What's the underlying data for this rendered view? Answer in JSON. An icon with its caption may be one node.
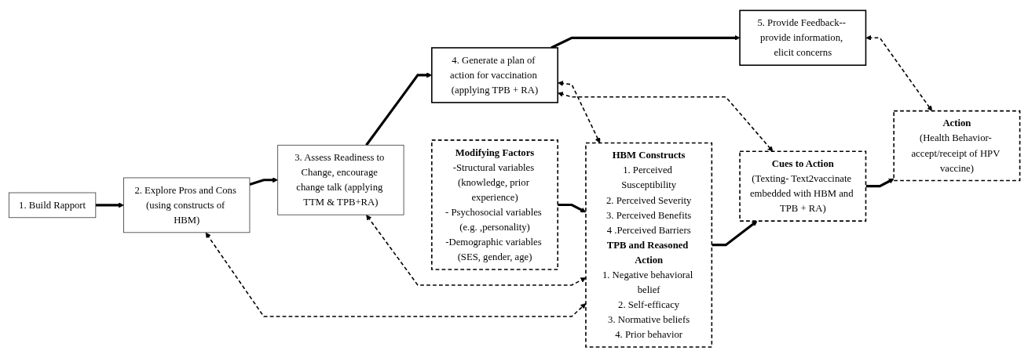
{
  "diagram": {
    "nodes": [
      {
        "text": [
          "1. Build Rapport"
        ]
      },
      {
        "text": [
          "2. Explore Pros and Cons (using constructs of HBM)"
        ]
      },
      {
        "text": [
          "3. Assess Readiness to Change, encourage change talk (applying TTM & TPB+RA)"
        ]
      },
      {
        "text": [
          "4. Generate a plan of action for vaccination (applying TPB + RA)"
        ]
      },
      {
        "text": [
          "5. Provide Feedback-- provide information, elicit concerns"
        ]
      },
      {
        "text": [
          "Modifying Factors",
          "-Structural variables (knowledge, prior experience)",
          "- Psychosocial variables (e.g. ,personality)",
          "-Demographic variables (SES, gender, age)"
        ]
      },
      {
        "text": [
          "HBM Constructs",
          "1. Perceived Susceptibility",
          "2. Perceived Severity",
          "3. Perceived Benefits",
          "4 .Perceived Barriers",
          "TPB and Reasoned Action",
          "1. Negative behavioral belief",
          "2. Self-efficacy",
          "3. Normative beliefs",
          "4. Prior behavior"
        ]
      },
      {
        "text": [
          "Cues to Action",
          "(Texting- Text2vaccinate embedded with HBM and TPB + RA)"
        ]
      },
      {
        "text": [
          "Action",
          "(Health Behavior- accept/receipt of HPV vaccine)"
        ]
      }
    ],
    "edges": [
      {
        "from": 0,
        "to": 1,
        "arrow": "to"
      },
      {
        "from": 1,
        "to": 2,
        "arrow": "to"
      },
      {
        "from": 2,
        "to": 3,
        "arrow": "to"
      },
      {
        "from": 3,
        "to": 4,
        "arrow": "to"
      },
      {
        "from": 1,
        "to": 6,
        "arrow": "both",
        "style": "dashed"
      },
      {
        "from": 2,
        "to": 6,
        "arrow": "both",
        "style": "dashed"
      },
      {
        "from": 3,
        "to": 6,
        "arrow": "both",
        "style": "dashed"
      },
      {
        "from": 3,
        "to": 7,
        "arrow": "both",
        "style": "dashed"
      },
      {
        "from": 4,
        "to": 8,
        "arrow": "both",
        "style": "dashed"
      },
      {
        "from": 5,
        "to": 6,
        "arrow": "to"
      },
      {
        "from": 6,
        "to": 7,
        "arrow": "to"
      },
      {
        "from": 7,
        "to": 8,
        "arrow": "to"
      }
    ]
  }
}
